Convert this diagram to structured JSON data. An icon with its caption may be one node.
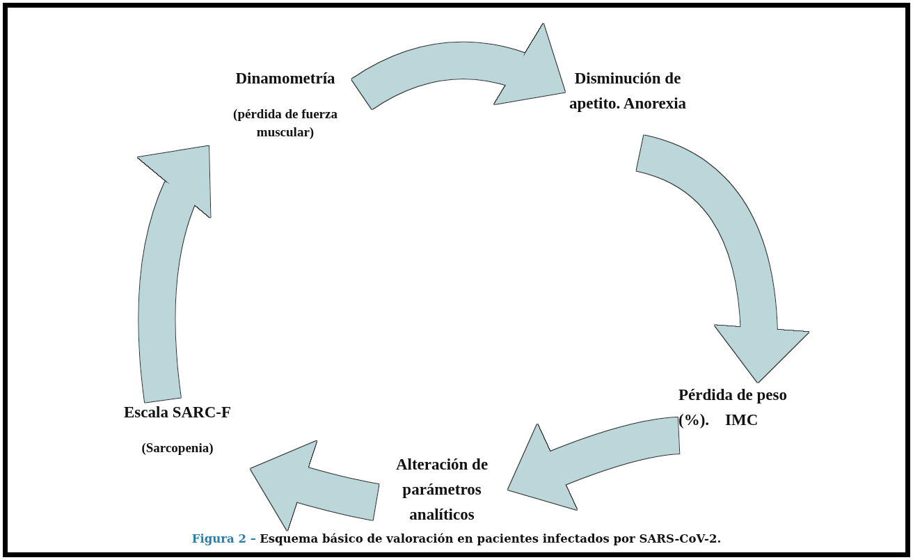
{
  "diagram": {
    "caption": "*Figura 2 –* **Esquema básico de valoración en pacientes infectados por SARS-CoV-2.**",
    "nodes": [
      {
        "text": [
          "Dinamometría",
          "(pérdida de fuerza muscular)"
        ]
      },
      {
        "text": [
          "Disminución de apetito. Anorexia"
        ]
      },
      {
        "text": [
          "Pérdida de peso (%).    IMC"
        ]
      },
      {
        "text": [
          "Alteración de parámetros analíticos"
        ]
      },
      {
        "text": [
          "Escala SARC-F",
          "(Sarcopenia)"
        ]
      }
    ],
    "edges": [
      {
        "from": 0,
        "to": 1,
        "arrow": "to"
      },
      {
        "from": 1,
        "to": 2,
        "arrow": "to"
      },
      {
        "from": 2,
        "to": 3,
        "arrow": "to"
      },
      {
        "from": 3,
        "to": 4,
        "arrow": "to"
      },
      {
        "from": 4,
        "to": 0,
        "arrow": "to"
      }
    ]
  }
}
